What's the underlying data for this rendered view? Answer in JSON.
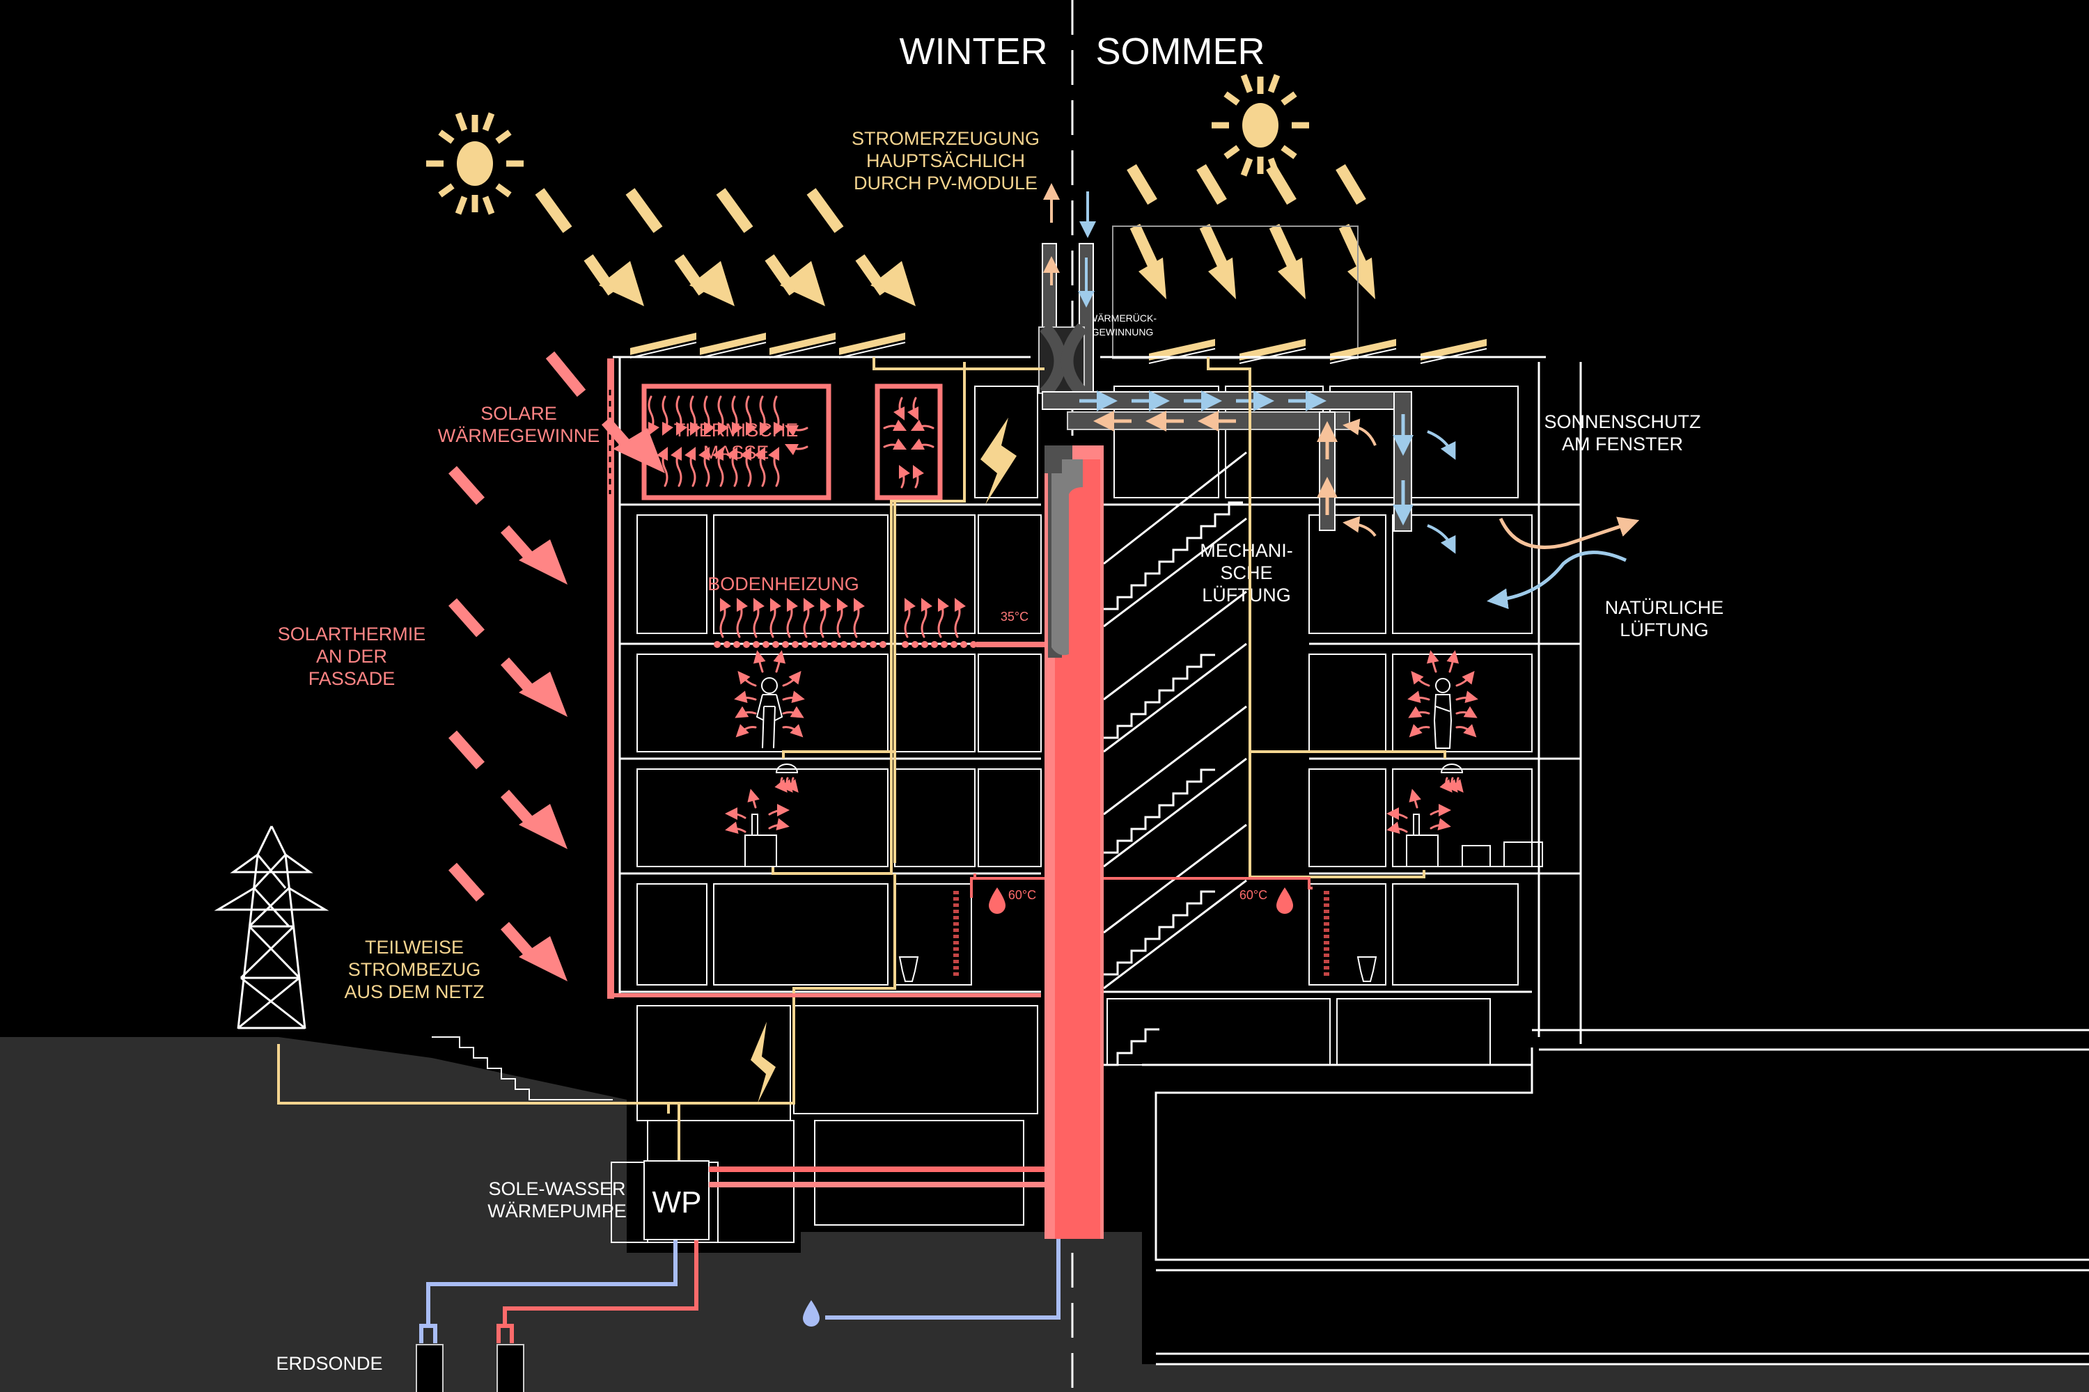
{
  "colors": {
    "background": "#000000",
    "ground": "#2e2e2e",
    "line": "#ffffff",
    "sun": "#f6d590",
    "electric": "#f6d590",
    "heat": "#ff7a7a",
    "heat_dark": "#ff6363",
    "cold_air": "#9fcbea",
    "warm_air": "#f7c29a",
    "duct": "#4f4f4f",
    "cold_water": "#a9bdf5"
  },
  "header": {
    "left_title": "WINTER",
    "right_title": "SOMMER"
  },
  "labels": {
    "pv_generation": [
      "STROMERZEUGUNG",
      "HAUPTSÄCHLICH",
      "DURCH PV-MODULE"
    ],
    "solar_gains": [
      "SOLARE",
      "WÄRMEGEWINNE"
    ],
    "thermal_mass": [
      "THERMISCHE",
      "MASSE"
    ],
    "solar_thermal_facade": [
      "SOLARTHERMIE",
      "AN DER",
      "FASSADE"
    ],
    "floor_heating": "BODENHEIZUNG",
    "floor_heating_temp": "35°C",
    "grid_power": [
      "TEILWEISE",
      "STROMBEZUG",
      "AUS DEM NETZ"
    ],
    "heat_pump_label": [
      "SOLE-WASSER",
      "WÄRMEPUMPE"
    ],
    "heat_pump_box": "WP",
    "ground_probe": "ERDSONDE",
    "heat_recovery": [
      "WÄRMERÜCK-",
      "GEWINNUNG"
    ],
    "sun_shading": [
      "SONNENSCHUTZ",
      "AM FENSTER"
    ],
    "mechanical_ventilation": [
      "MECHANI-",
      "SCHE",
      "LÜFTUNG"
    ],
    "natural_ventilation": [
      "NATÜRLICHE",
      "LÜFTUNG"
    ],
    "hot_water_temp_left": "60°C",
    "hot_water_temp_right": "60°C"
  },
  "icons": {
    "sun": "sun-icon",
    "lightning": "lightning-bolt-icon",
    "power_pylon": "power-pylon-icon",
    "water_drop": "water-drop-icon",
    "person": "person-icon",
    "heat_wave": "heat-wave-icon"
  }
}
